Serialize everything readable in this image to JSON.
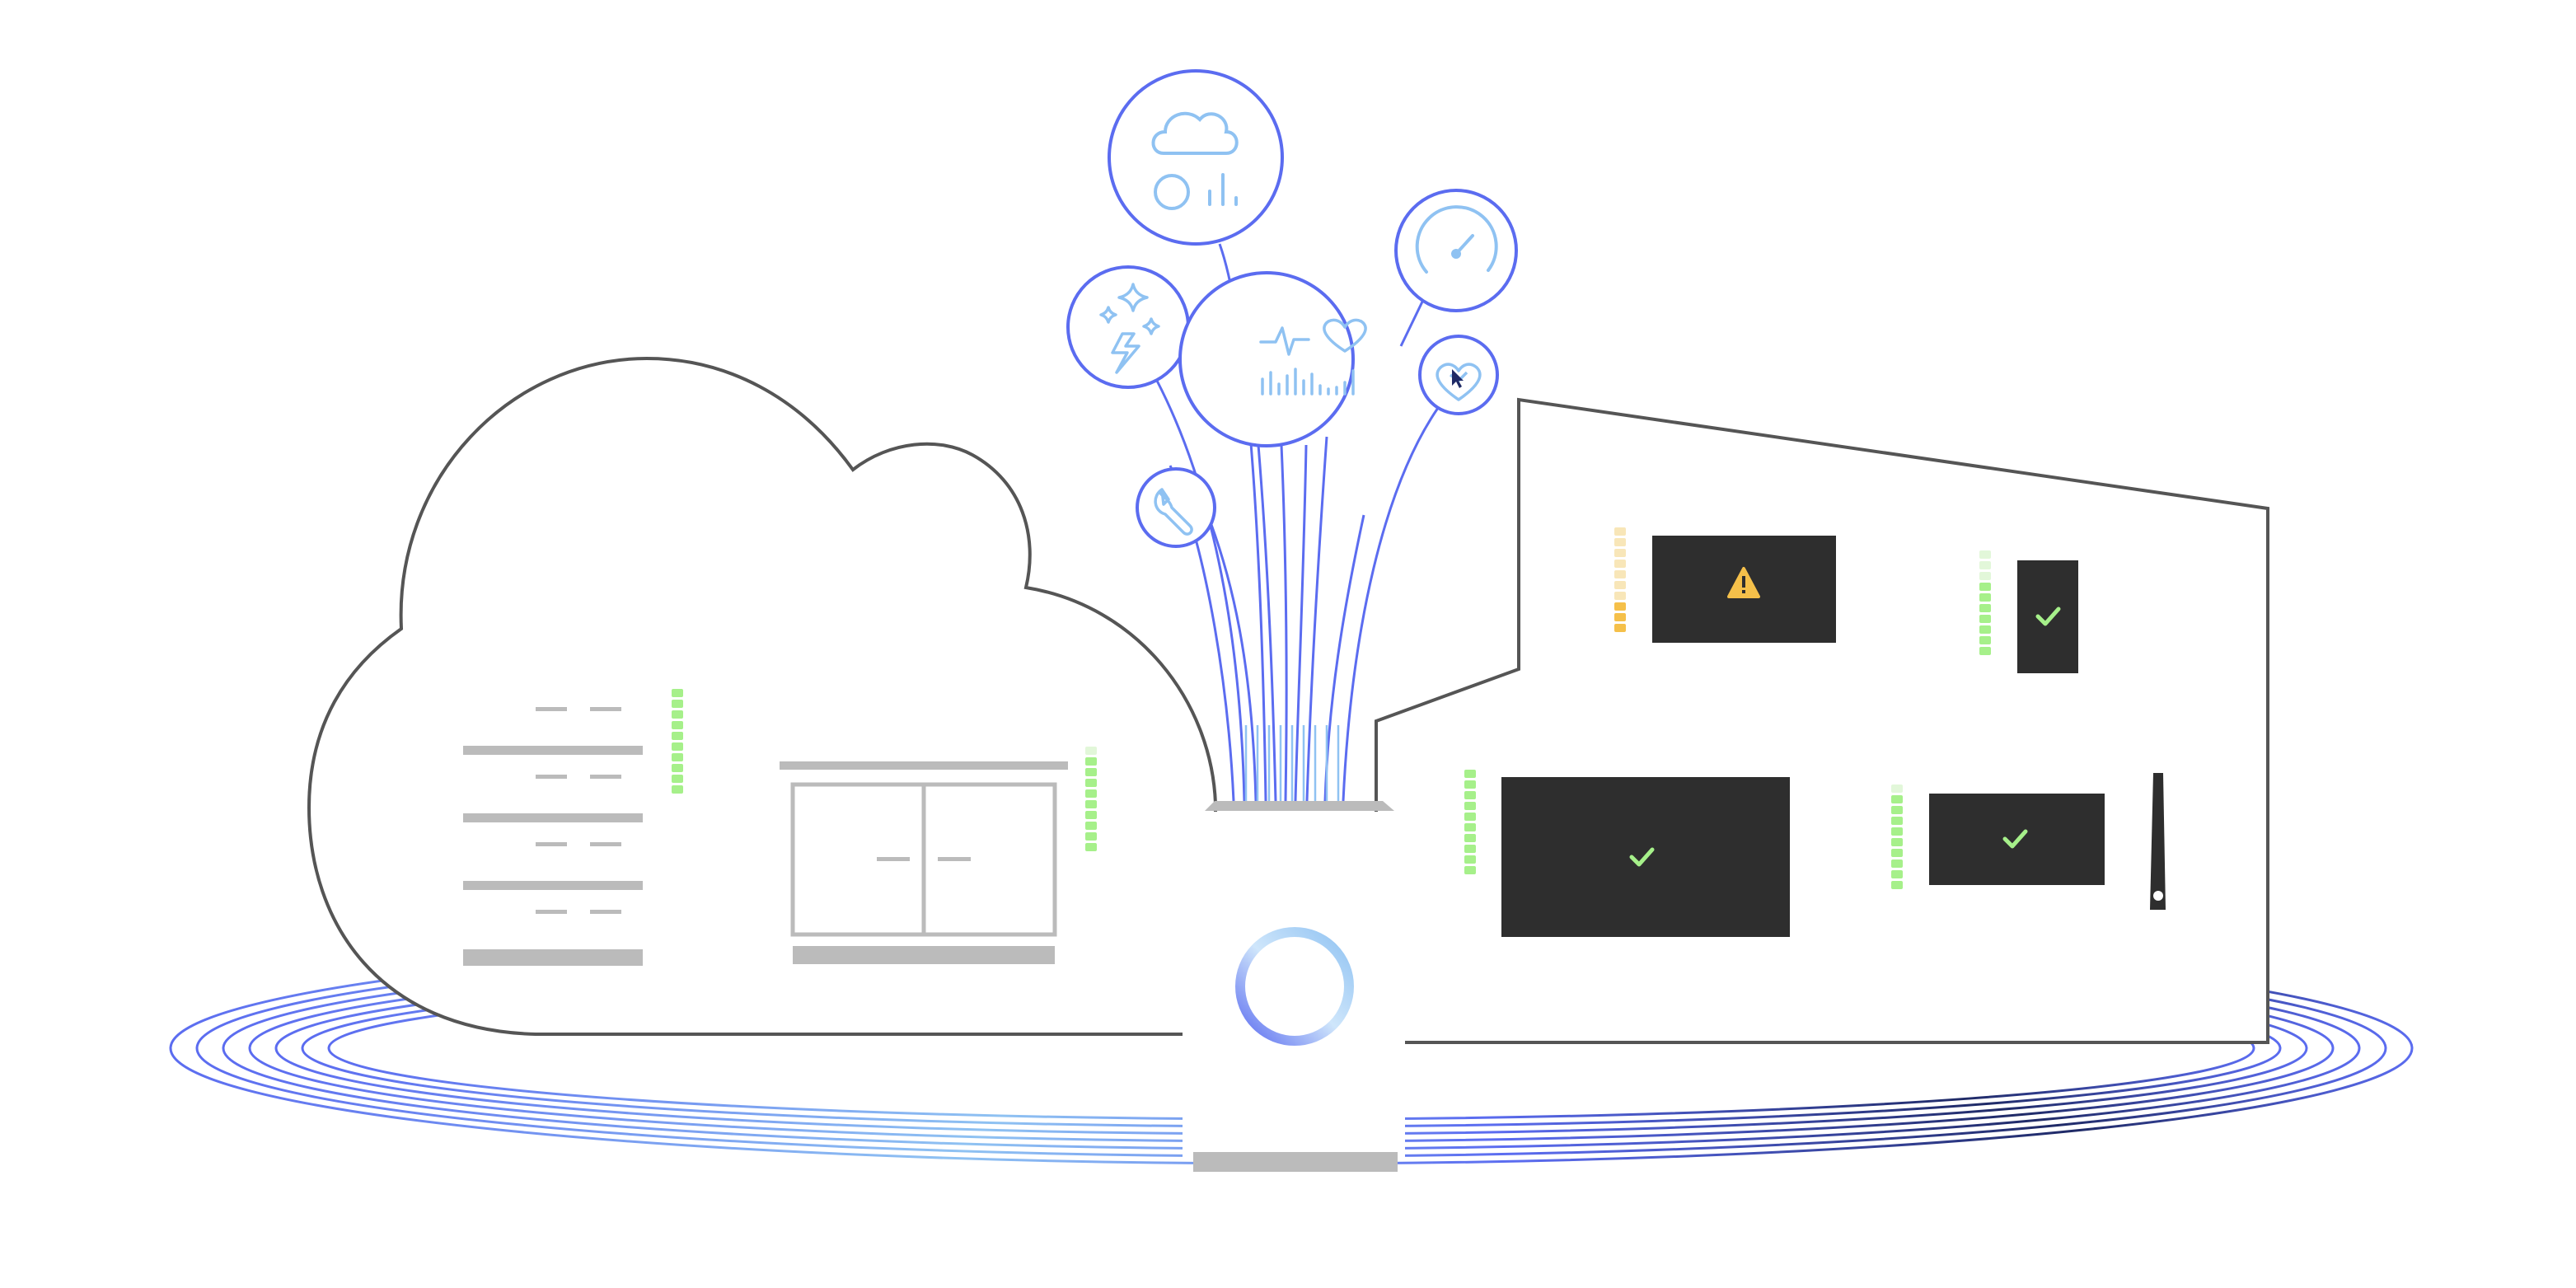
{
  "colors": {
    "background": "#ffffff",
    "outline_dark": "#555555",
    "accent_blue": "#5b6cf0",
    "light_blue": "#8fc2f2",
    "navy": "#1f2a66",
    "placeholder_gray": "#bbbbbb",
    "screen_fill": "#2e2e2e",
    "status_green": "#a6f08a",
    "status_green_faded": "#e2f7d9",
    "status_warning": "#f5c04a",
    "status_warning_faded": "#f8e6b8"
  },
  "icons": {
    "cloud_chart_bubble": "cloud-analytics-icon",
    "sparkle_bolt_bubble": "sparkle-lightning-icon",
    "pulse_heart_bubble": "pulse-heart-icon",
    "gauge_bubble": "speedometer-icon",
    "heart_cursor_bubble": "heart-cursor-icon",
    "wrench_bubble": "wrench-icon",
    "warning_screen": "warning-triangle-icon",
    "check_screen": "checkmark-icon"
  },
  "status_indicators": {
    "cloud_list_level": 1.0,
    "cloud_cabinet_level": 0.9,
    "warning_screen_level": 0.25,
    "tall_screen_level": 0.7,
    "large_screen_level": 1.0,
    "small_screen_level": 0.85
  },
  "screens": [
    {
      "id": "warning-screen",
      "status": "warning"
    },
    {
      "id": "tall-screen",
      "status": "ok"
    },
    {
      "id": "large-screen",
      "status": "ok"
    },
    {
      "id": "small-screen",
      "status": "ok"
    }
  ]
}
